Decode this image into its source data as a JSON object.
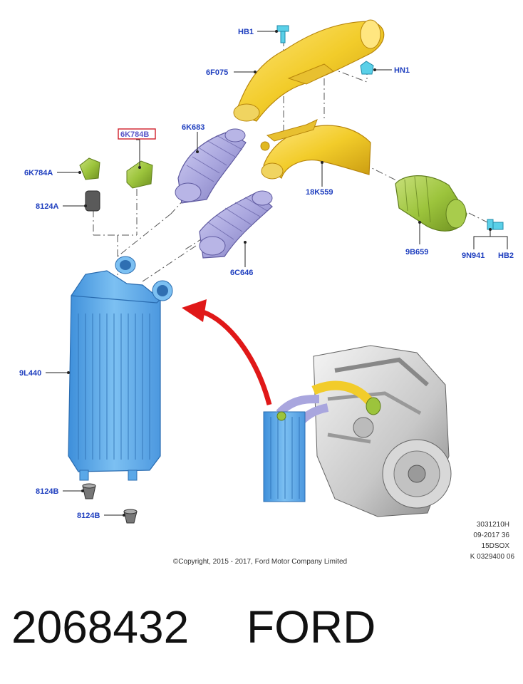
{
  "part_labels": {
    "hb1": "HB1",
    "f6f075": "6F075",
    "hn1": "HN1",
    "k6784b": "6K784B",
    "k6683": "6K683",
    "k6784a": "6K784A",
    "a8124_top": "8124A",
    "k18559": "18K559",
    "b9659": "9B659",
    "n9941": "9N941",
    "hb2": "HB2",
    "c6646": "6C646",
    "l9440": "9L440",
    "b8124_1": "8124B",
    "b8124_2": "8124B"
  },
  "info_block": [
    "3031210H",
    "09-2017 36",
    "15DSOX",
    "K 0329400 06"
  ],
  "copyright": "©Copyright, 2015 - 2017, Ford Motor Company Limited",
  "part_number": "2068432",
  "brand": "FORD",
  "colors": {
    "label_blue": "#1f3fbf",
    "highlight_red": "#d0202a",
    "intercooler_blue": "#5aa8e8",
    "duct_yellow": "#f2cc2a",
    "hose_lavender": "#a9a6de",
    "sensor_green": "#9cc43c",
    "bolt_cyan": "#5ad0e8",
    "arrow_red": "#e01818"
  }
}
